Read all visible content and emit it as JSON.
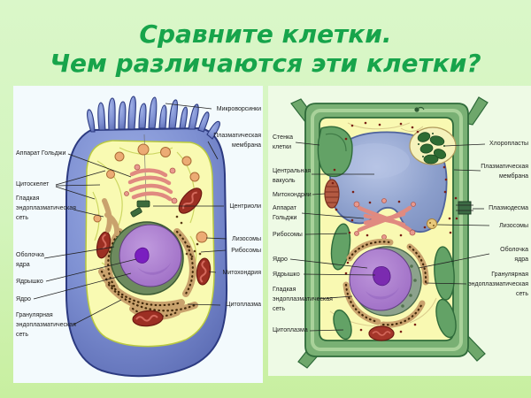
{
  "title": {
    "line1": "Сравните  клетки.",
    "line2": "Чем различаются эти клетки?"
  },
  "palette": {
    "background_green": "#d3f4bc",
    "title_green": "#17a44b",
    "animal_panel_bg": "#f3fafd",
    "plant_panel_bg": "#eefae5",
    "animal_membrane_blue": "#7789cf",
    "cytoplasm_yellow": "#f9fab2",
    "nucleus_purple": "#a070c8",
    "nucleolus_purple": "#7a1fc0",
    "mitochondria_red": "#9c2f23",
    "golgi_pink": "#e08a80",
    "er_tan": "#c9a26d",
    "plant_wall_green": "#79b074",
    "vacuole_blue": "#8b9ecb",
    "chloroplast_green": "#2e6b33"
  },
  "animal_cell": {
    "name": "животная клетка",
    "labels_left": [
      {
        "text": "Аппарат Гольджи"
      },
      {
        "text": "Цитоскелет"
      },
      {
        "text": "Гладкая\nэндоплазматическая\nсеть"
      },
      {
        "text": "Оболочка\nядра"
      },
      {
        "text": "Ядрышко"
      },
      {
        "text": "Ядро"
      },
      {
        "text": "Гранулярная\nэндоплазматическая\nсеть"
      }
    ],
    "labels_right": [
      {
        "text": "Микроворсинки"
      },
      {
        "text": "Плазматическая\nмембрана"
      },
      {
        "text": "Центриоли"
      },
      {
        "text": "Лизосомы"
      },
      {
        "text": "Рибосомы"
      },
      {
        "text": "Митохондрия"
      },
      {
        "text": "Цитоплазма"
      }
    ]
  },
  "plant_cell": {
    "name": "растительная клетка",
    "labels_left": [
      {
        "text": "Стенка\nклетки"
      },
      {
        "text": "Центральная\nвакуоль"
      },
      {
        "text": "Митохондрии"
      },
      {
        "text": "Аппарат\nГольджи"
      },
      {
        "text": "Рибосомы"
      },
      {
        "text": "Ядро"
      },
      {
        "text": "Ядрышко"
      },
      {
        "text": "Гладкая\nэндоплазматическая\nсеть"
      },
      {
        "text": "Цитоплазма"
      }
    ],
    "labels_right": [
      {
        "text": "Хлоропласты"
      },
      {
        "text": "Плазматическая\nмембрана"
      },
      {
        "text": "Плазмодесма"
      },
      {
        "text": "Лизосомы"
      },
      {
        "text": "Оболочка\nядра"
      },
      {
        "text": "Гранулярная\nэндоплазматическая\nсеть"
      }
    ]
  }
}
